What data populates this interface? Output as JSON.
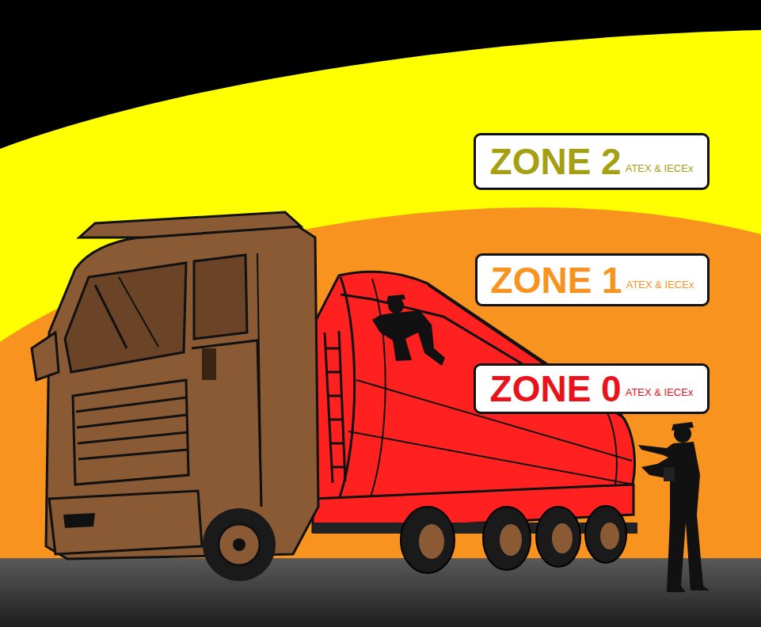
{
  "diagram": {
    "nodes": [
      {
        "text": [
          "ZONE 2",
          "ATEX & IECEx"
        ]
      },
      {
        "text": [
          "ZONE 1",
          "ATEX & IECEx"
        ]
      },
      {
        "text": [
          "ZONE 0",
          "ATEX & IECEx"
        ]
      }
    ]
  }
}
